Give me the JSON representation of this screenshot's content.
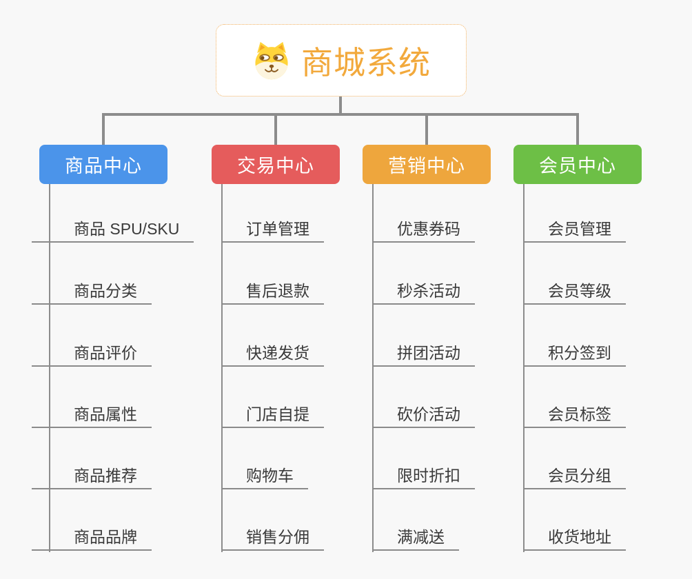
{
  "root": {
    "title": "商城系统",
    "icon": "doge-face-icon",
    "border_color": "#f2b05e",
    "title_color": "#f2a93c"
  },
  "connector_color": "#8c8c8c",
  "branches": [
    {
      "label": "商品中心",
      "color": "#4b94ea",
      "children": [
        "商品 SPU/SKU",
        "商品分类",
        "商品评价",
        "商品属性",
        "商品推荐",
        "商品品牌"
      ]
    },
    {
      "label": "交易中心",
      "color": "#e55c5c",
      "children": [
        "订单管理",
        "售后退款",
        "快递发货",
        "门店自提",
        "购物车",
        "销售分佣"
      ]
    },
    {
      "label": "营销中心",
      "color": "#eea63d",
      "children": [
        "优惠券码",
        "秒杀活动",
        "拼团活动",
        "砍价活动",
        "限时折扣",
        "满减送"
      ]
    },
    {
      "label": "会员中心",
      "color": "#6dbf46",
      "children": [
        "会员管理",
        "会员等级",
        "积分签到",
        "会员标签",
        "会员分组",
        "收货地址"
      ]
    }
  ]
}
